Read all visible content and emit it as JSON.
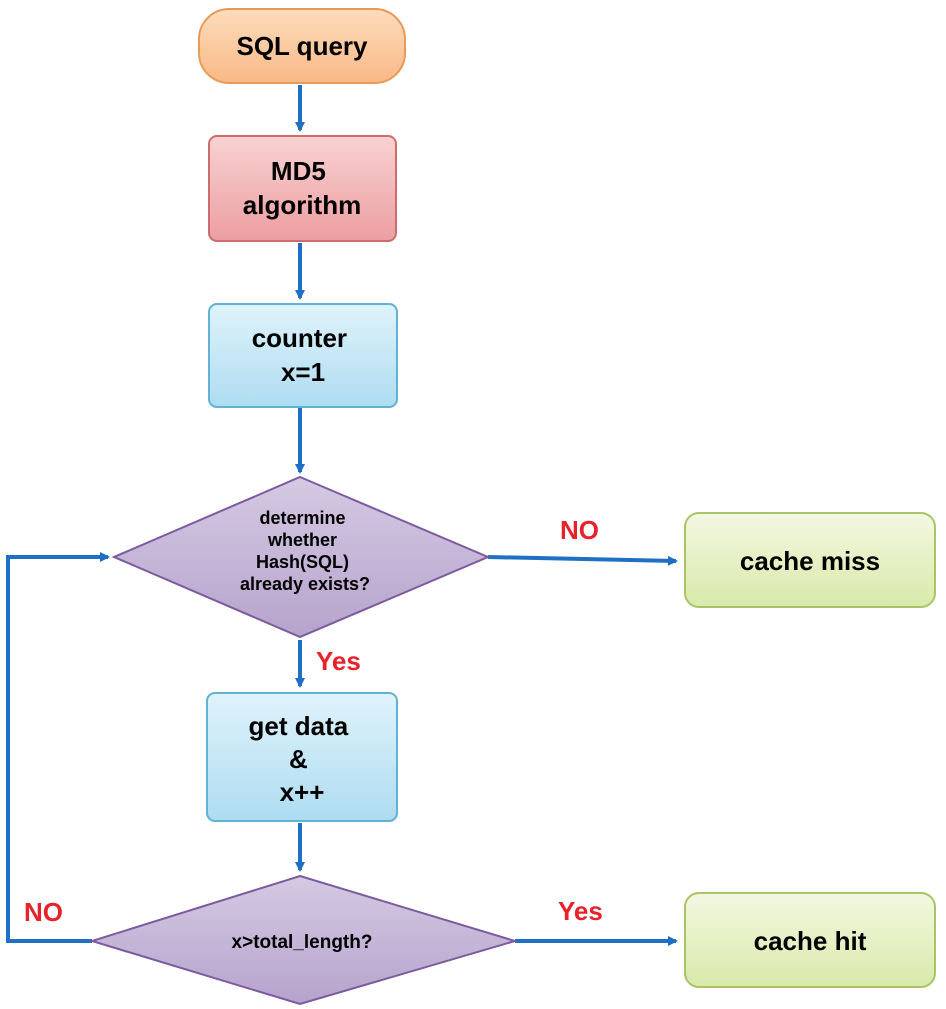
{
  "nodes": {
    "sql_query": {
      "lines": [
        "SQL query"
      ]
    },
    "md5": {
      "lines": [
        "MD5",
        "algorithm"
      ]
    },
    "counter": {
      "lines": [
        "counter",
        "x=1"
      ]
    },
    "decision_hash": {
      "lines": [
        "determine",
        "whether",
        "Hash(SQL)",
        "already exists?"
      ]
    },
    "cache_miss": {
      "lines": [
        "cache miss"
      ]
    },
    "get_data": {
      "lines": [
        "get data",
        "&",
        "x++"
      ]
    },
    "decision_length": {
      "lines": [
        "x>total_length?"
      ]
    },
    "cache_hit": {
      "lines": [
        "cache hit"
      ]
    }
  },
  "edge_labels": {
    "hash_no": "NO",
    "hash_yes": "Yes",
    "length_yes": "Yes",
    "length_no": "NO"
  },
  "colors": {
    "arrow": "#1f6fc5",
    "label_red": "#e8222a",
    "orange_fill": "#fbc79a",
    "orange_stroke": "#e89a5a",
    "red_fill": "#f2b5b6",
    "red_stroke": "#cc6c6e",
    "blue_fill": "#c3e6f6",
    "blue_stroke": "#62b2d6",
    "purple_fill": "#c5b5d6",
    "purple_stroke": "#7b5a9f",
    "green_fill": "#e6f0c6",
    "green_stroke": "#a8c466"
  }
}
